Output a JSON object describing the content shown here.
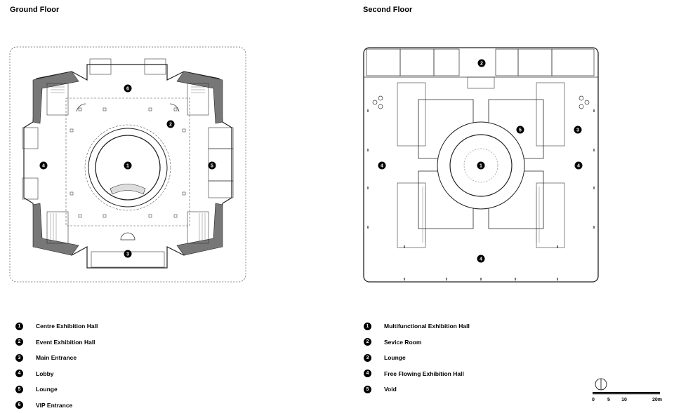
{
  "ground_floor": {
    "title": "Ground Floor",
    "markers": [
      "1",
      "2",
      "3",
      "4",
      "5",
      "6"
    ],
    "legend": [
      {
        "num": "1",
        "label": "Centre Exhibition Hall"
      },
      {
        "num": "2",
        "label": "Event Exhibition Hall"
      },
      {
        "num": "3",
        "label": "Main Entrance"
      },
      {
        "num": "4",
        "label": "Lobby"
      },
      {
        "num": "5",
        "label": "Lounge"
      },
      {
        "num": "6",
        "label": "VIP Entrance"
      }
    ]
  },
  "second_floor": {
    "title": "Second Floor",
    "markers": [
      "1",
      "2",
      "3",
      "4",
      "5"
    ],
    "legend": [
      {
        "num": "1",
        "label": "Multifunctional Exhibition Hall"
      },
      {
        "num": "2",
        "label": "Sevice Room"
      },
      {
        "num": "3",
        "label": "Lounge"
      },
      {
        "num": "4",
        "label": "Free Flowing Exhibition Hall"
      },
      {
        "num": "5",
        "label": "Void"
      }
    ]
  },
  "scale_bar": {
    "ticks": [
      "0",
      "5",
      "10",
      "20m"
    ]
  }
}
